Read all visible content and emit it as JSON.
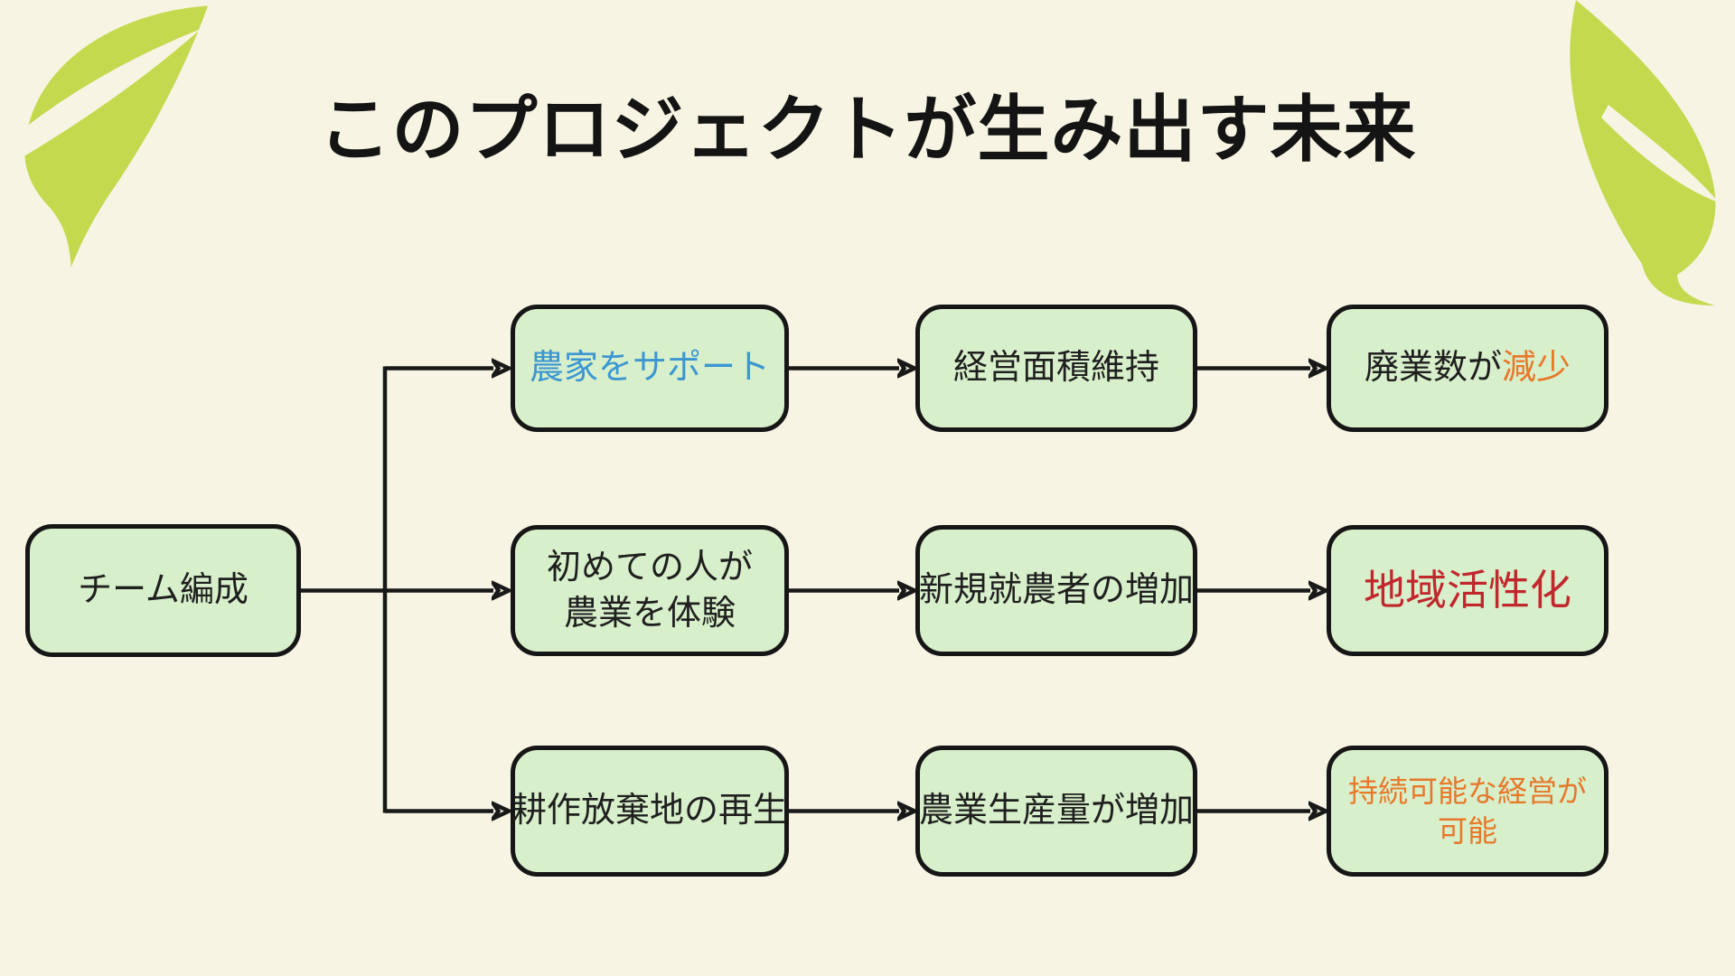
{
  "title": "このプロジェクトが生み出す未来",
  "colors": {
    "background": "#f7f4e3",
    "box_fill": "#d7efca",
    "box_border": "#161616",
    "arrow": "#191919",
    "leaf_green": "#c5d94f",
    "text_black": "#1f1f1f",
    "text_blue": "#3b96d2",
    "text_orange": "#e8782a",
    "text_red": "#c1272d"
  },
  "decorations": {
    "top_left": "leaf-icon",
    "top_right": "leaf-icon"
  },
  "flowchart": {
    "root": {
      "label": "チーム編成"
    },
    "rows": [
      {
        "step1": {
          "text": "農家をサポート"
        },
        "step2": {
          "text": "経営面積維持"
        },
        "step3": {
          "prefix": "廃業数が",
          "highlight": "減少"
        }
      },
      {
        "step1": {
          "line1": "初めての人が",
          "line2": "農業を体験"
        },
        "step2": {
          "text": "新規就農者の増加"
        },
        "step3": {
          "text": "地域活性化"
        }
      },
      {
        "step1": {
          "text": "耕作放棄地の再生"
        },
        "step2": {
          "text": "農業生産量が増加"
        },
        "step3": {
          "line1": "持続可能な経営が",
          "line2": "可能"
        }
      }
    ]
  }
}
